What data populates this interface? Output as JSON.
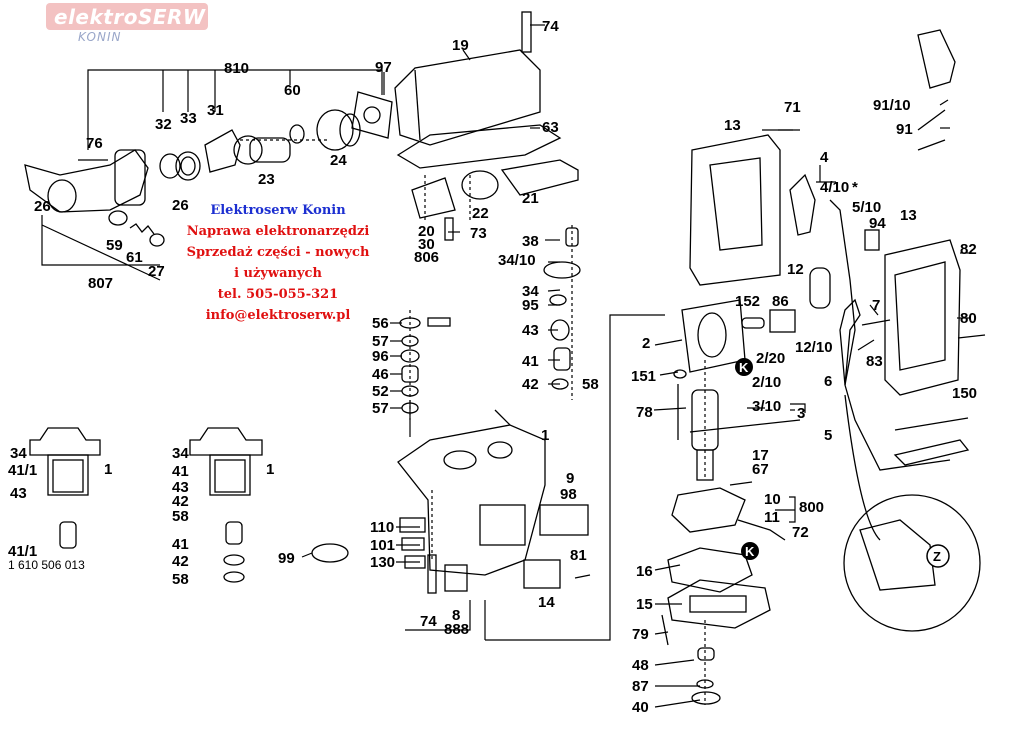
{
  "logo": {
    "brand": "elektroSERW",
    "city": "KONIN"
  },
  "ad": {
    "line1": "Elektroserw Konin",
    "line2": "Naprawa elektronarzędzi",
    "line3": "Sprzedaż części - nowych",
    "line4": "i używanych",
    "line5": "tel. 505-055-321",
    "line6": "info@elektroserw.pl"
  },
  "part_number": "1 610 506 013",
  "labels": {
    "n810": "810",
    "n19": "19",
    "n74a": "74",
    "n97": "97",
    "n60": "60",
    "n32": "32",
    "n33": "33",
    "n31": "31",
    "n76": "76",
    "n63": "63",
    "n24": "24",
    "n23": "23",
    "n26a": "26",
    "n26b": "26",
    "n22": "22",
    "n21": "21",
    "n20": "20",
    "n30": "30",
    "n806": "806",
    "n73": "73",
    "n59": "59",
    "n61": "61",
    "n27": "27",
    "n807": "807",
    "n38": "38",
    "n34_10": "34/10",
    "n34a": "34",
    "n95": "95",
    "n43a": "43",
    "n41a": "41",
    "n42a": "42",
    "n58a": "58",
    "n56": "56",
    "n57a": "57",
    "n96": "96",
    "n46": "46",
    "n52": "52",
    "n57b": "57",
    "n1a": "1",
    "n34b": "34",
    "n41_1a": "41/1",
    "n43b": "43",
    "n1b": "1",
    "n34c": "34",
    "n41b": "41",
    "n43c": "43",
    "n42b": "42",
    "n58b": "58",
    "n1c": "1",
    "n41_1b": "41/1",
    "n41c": "41",
    "n42c": "42",
    "n58c": "58",
    "n9": "9",
    "n98": "98",
    "n110": "110",
    "n101": "101",
    "n130": "130",
    "n99": "99",
    "n81": "81",
    "n14": "14",
    "n74b": "74",
    "n8": "8",
    "n888": "888",
    "n71": "71",
    "n13a": "13",
    "n91_10": "91/10",
    "n91": "91",
    "n4": "4",
    "n4_10": "4/10",
    "star": "*",
    "n5_10": "5/10",
    "n94": "94",
    "n13b": "13",
    "n82": "82",
    "n12": "12",
    "n152": "152",
    "n86": "86",
    "n7": "7",
    "n80": "80",
    "n2": "2",
    "n2_20": "2/20",
    "n12_10": "12/10",
    "n83": "83",
    "kA": "K",
    "n151": "151",
    "n2_10": "2/10",
    "n6": "6",
    "n3_10": "3/10",
    "n3": "3",
    "n150": "150",
    "n78": "78",
    "n5": "5",
    "n17": "17",
    "n67": "67",
    "n10": "10",
    "n800": "800",
    "n11": "11",
    "n72": "72",
    "kB": "K",
    "n16": "16",
    "n15": "15",
    "zLabel": "Z",
    "n79": "79",
    "n48": "48",
    "n87": "87",
    "n40": "40"
  },
  "colors": {
    "ad_blue": "#1c2fd1",
    "ad_red": "#e01010",
    "logo_bg": "#f3c2c2",
    "logo_sub": "#9aa7c9"
  }
}
